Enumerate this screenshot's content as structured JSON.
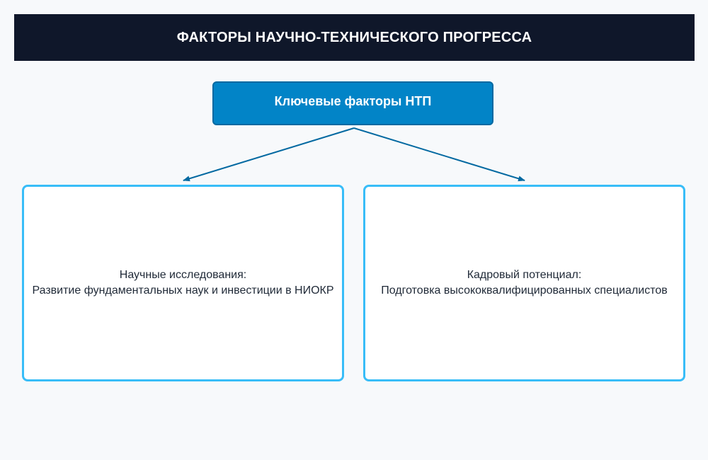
{
  "header": {
    "title": "ФАКТОРЫ НАУЧНО-ТЕХНИЧЕСКОГО ПРОГРЕССА"
  },
  "root": {
    "label": "Ключевые факторы НТП"
  },
  "children": [
    {
      "title": "Научные исследования:",
      "description": "Развитие фундаментальных наук и инвестиции в НИОКР"
    },
    {
      "title": "Кадровый потенциал:",
      "description": "Подготовка высококвалифицированных специалистов"
    }
  ],
  "colors": {
    "header_bg": "#0f172a",
    "root_bg": "#0284c7",
    "child_border": "#38bdf8",
    "connector": "#0369a1"
  }
}
